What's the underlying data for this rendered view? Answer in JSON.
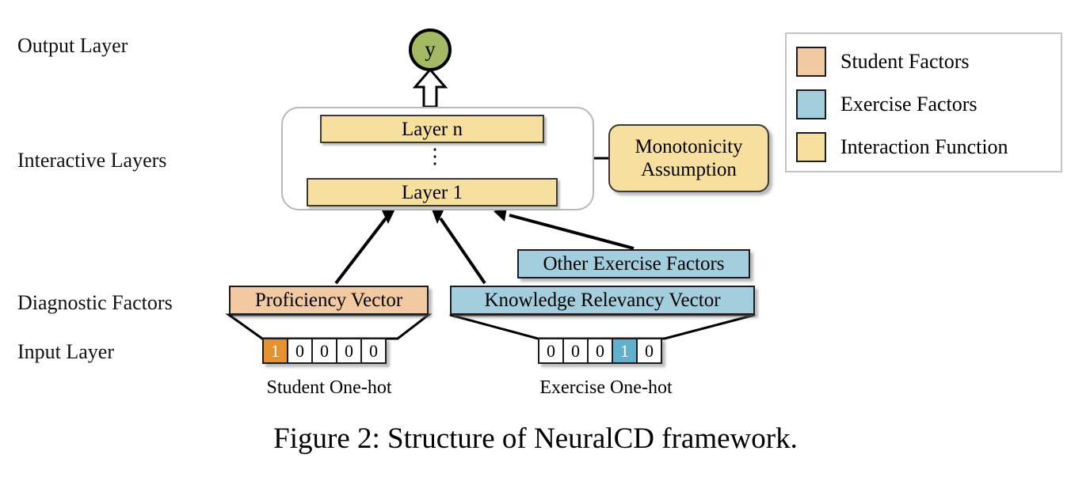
{
  "figure": {
    "caption": "Figure 2: Structure of NeuralCD framework."
  },
  "row_labels": {
    "output": "Output Layer",
    "interactive": "Interactive Layers",
    "diagnostic": "Diagnostic Factors",
    "input": "Input Layer"
  },
  "output_node": {
    "label": "y",
    "color": "#a3b964"
  },
  "interactive_layers": {
    "top_layer": "Layer n",
    "ellipsis": "⋮",
    "bottom_layer": "Layer 1",
    "box_color": "#f7dfa0"
  },
  "monotonicity": {
    "line1": "Monotonicity",
    "line2": "Assumption",
    "color": "#f7dfa0"
  },
  "diagnostic_factors": {
    "proficiency_vector": "Proficiency Vector",
    "other_exercise_factors": "Other Exercise Factors",
    "knowledge_relevancy_vector": "Knowledge Relevancy Vector",
    "student_color": "#f2c9a0",
    "exercise_color": "#a3cede"
  },
  "input_layer": {
    "student": {
      "caption": "Student One-hot",
      "cells": [
        "1",
        "0",
        "0",
        "0",
        "0"
      ],
      "hot_index": 0,
      "hot_color": "#e8922f"
    },
    "exercise": {
      "caption": "Exercise One-hot",
      "cells": [
        "0",
        "0",
        "0",
        "1",
        "0"
      ],
      "hot_index": 3,
      "hot_color": "#61b0cc"
    }
  },
  "legend": {
    "items": [
      {
        "label": "Student Factors",
        "color": "#f2c9a0"
      },
      {
        "label": "Exercise Factors",
        "color": "#a3cede"
      },
      {
        "label": "Interaction Function",
        "color": "#f7dfa0"
      }
    ]
  }
}
